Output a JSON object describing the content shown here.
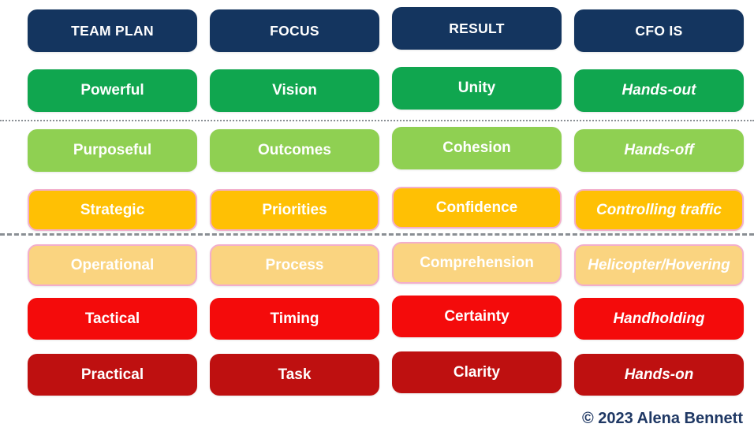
{
  "header": {
    "labels": [
      "TEAM PLAN",
      "FOCUS",
      "RESULT",
      "CFO IS"
    ]
  },
  "rows": [
    {
      "level": "powerful",
      "cells": [
        "Powerful",
        "Vision",
        "Unity",
        "Hands-out"
      ]
    },
    {
      "level": "purposeful",
      "cells": [
        "Purposeful",
        "Outcomes",
        "Cohesion",
        "Hands-off"
      ]
    },
    {
      "level": "strategic",
      "cells": [
        "Strategic",
        "Priorities",
        "Confidence",
        "Controlling traffic"
      ]
    },
    {
      "level": "operational",
      "cells": [
        "Operational",
        "Process",
        "Comprehension",
        "Helicopter/Hovering"
      ]
    },
    {
      "level": "tactical",
      "cells": [
        "Tactical",
        "Timing",
        "Certainty",
        "Handholding"
      ]
    },
    {
      "level": "practical",
      "cells": [
        "Practical",
        "Task",
        "Clarity",
        "Hands-on"
      ]
    }
  ],
  "separators": {
    "upper_style": "dotted",
    "lower_style": "dashed"
  },
  "footer": {
    "copyright": "© 2023 Alena Bennett"
  },
  "colors": {
    "header_bg": "#14355F",
    "green": "#10A64F",
    "light_green": "#8FD052",
    "orange": "#FFC004",
    "light_orange": "#FAD480",
    "red": "#F40B0B",
    "dark_red": "#BE1010",
    "pink_border": "#F3AECB",
    "separator_gray": "#8A8F94",
    "copyright_navy": "#1F3864",
    "text_white": "#FFFFFF"
  }
}
